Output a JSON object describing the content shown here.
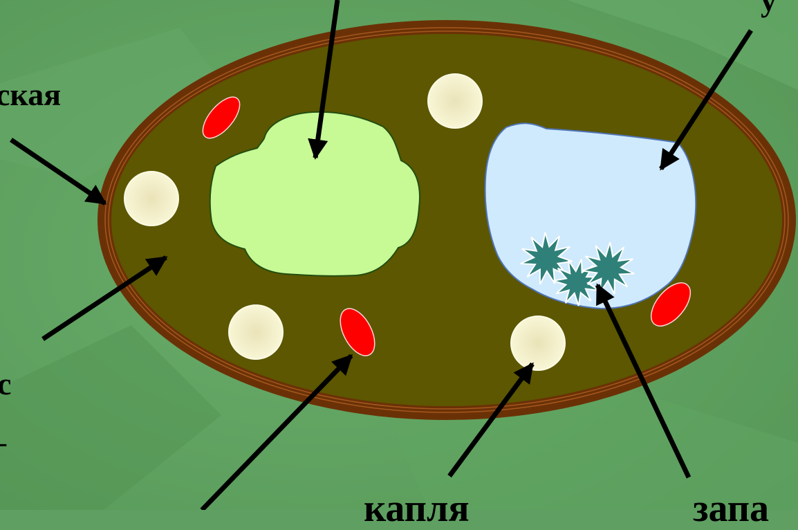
{
  "labels": {
    "membrane": "ская",
    "cytoplasm": "с",
    "cytoplasm_tail": "–",
    "top_right": "у",
    "fat_droplet": "капля",
    "reserve": "запа"
  },
  "colors": {
    "background": "#5fa062",
    "cell_wall": "#6b3106",
    "cytoplasm": "#5c5700",
    "nucleus": "#c7f995",
    "vacuole": "#cfeafc",
    "red_bodies": "#ff0000",
    "droplets": "#f4f1c8",
    "crystals": "#2e8078",
    "arrows": "#000000"
  }
}
